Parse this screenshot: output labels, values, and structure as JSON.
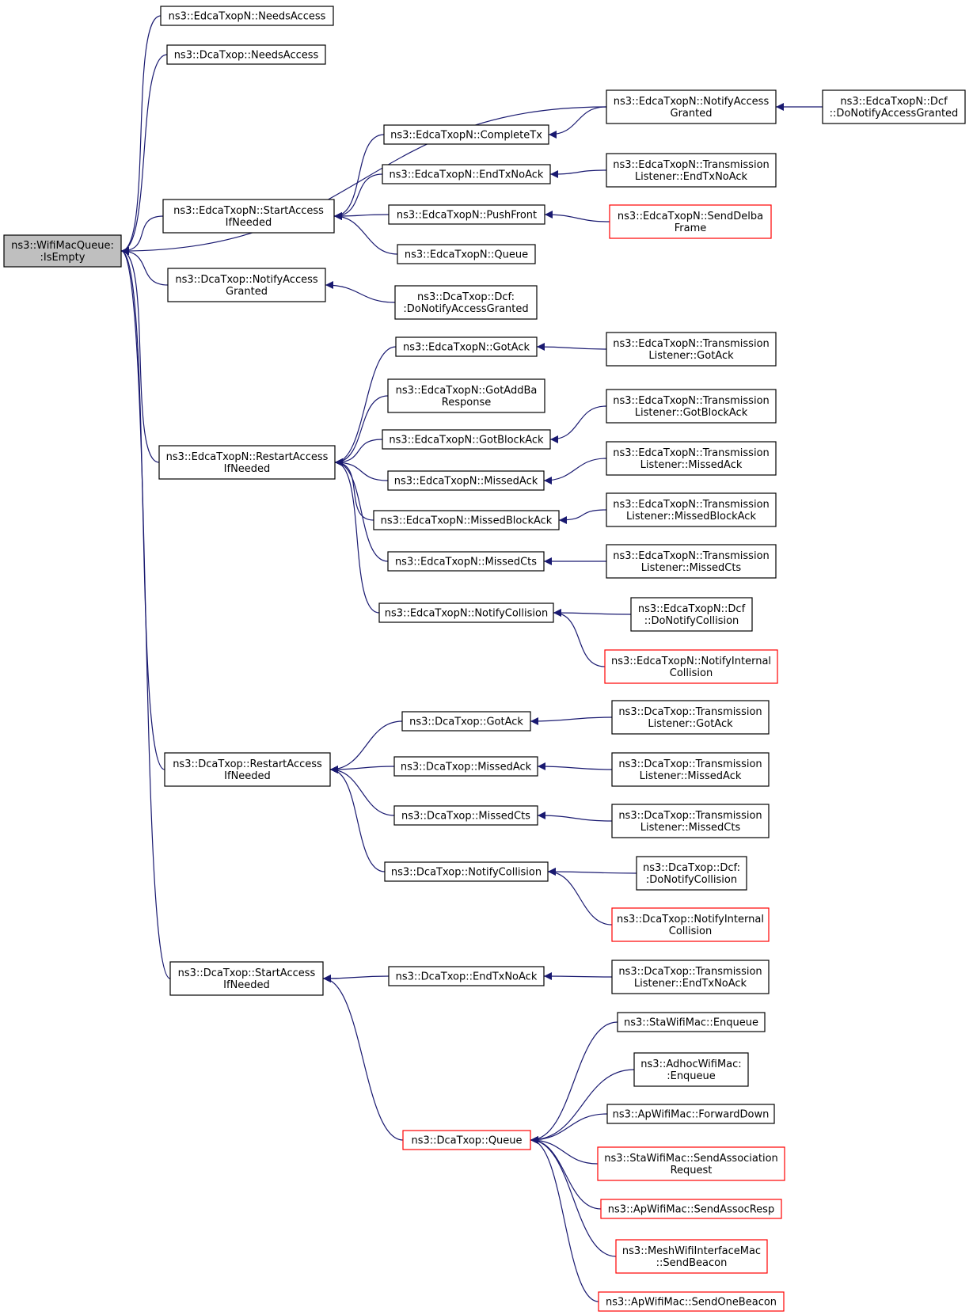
{
  "colors": {
    "edge": "#191970",
    "border": "#000000",
    "border_truncated": "#ff0000",
    "root_fill": "#bfbfbf",
    "node_fill": "#ffffff"
  },
  "nodes": {
    "root": {
      "lines": [
        "ns3::WifiMacQueue:",
        ":IsEmpty"
      ],
      "kind": "root"
    },
    "e_needs": {
      "lines": [
        "ns3::EdcaTxopN::NeedsAccess"
      ]
    },
    "d_needs": {
      "lines": [
        "ns3::DcaTxop::NeedsAccess"
      ]
    },
    "e_notifyacc": {
      "lines": [
        "ns3::EdcaTxopN::NotifyAccess",
        "Granted"
      ]
    },
    "e_dcf_donotify": {
      "lines": [
        "ns3::EdcaTxopN::Dcf",
        "::DoNotifyAccessGranted"
      ]
    },
    "e_completetx": {
      "lines": [
        "ns3::EdcaTxopN::CompleteTx"
      ]
    },
    "e_endtxnoack": {
      "lines": [
        "ns3::EdcaTxopN::EndTxNoAck"
      ]
    },
    "e_tl_endtxnoack": {
      "lines": [
        "ns3::EdcaTxopN::Transmission",
        "Listener::EndTxNoAck"
      ]
    },
    "e_startaccess": {
      "lines": [
        "ns3::EdcaTxopN::StartAccess",
        "IfNeeded"
      ]
    },
    "e_pushfront": {
      "lines": [
        "ns3::EdcaTxopN::PushFront"
      ]
    },
    "e_senddelba": {
      "lines": [
        "ns3::EdcaTxopN::SendDelba",
        "Frame"
      ],
      "kind": "truncated"
    },
    "e_queue": {
      "lines": [
        "ns3::EdcaTxopN::Queue"
      ]
    },
    "d_notifyacc": {
      "lines": [
        "ns3::DcaTxop::NotifyAccess",
        "Granted"
      ]
    },
    "d_dcf_donotify": {
      "lines": [
        "ns3::DcaTxop::Dcf:",
        ":DoNotifyAccessGranted"
      ]
    },
    "e_gotack": {
      "lines": [
        "ns3::EdcaTxopN::GotAck"
      ]
    },
    "e_tl_gotack": {
      "lines": [
        "ns3::EdcaTxopN::Transmission",
        "Listener::GotAck"
      ]
    },
    "e_gotaddba": {
      "lines": [
        "ns3::EdcaTxopN::GotAddBa",
        "Response"
      ]
    },
    "e_tl_gotblockack": {
      "lines": [
        "ns3::EdcaTxopN::Transmission",
        "Listener::GotBlockAck"
      ]
    },
    "e_gotblockack": {
      "lines": [
        "ns3::EdcaTxopN::GotBlockAck"
      ]
    },
    "e_restart": {
      "lines": [
        "ns3::EdcaTxopN::RestartAccess",
        "IfNeeded"
      ]
    },
    "e_missedack": {
      "lines": [
        "ns3::EdcaTxopN::MissedAck"
      ]
    },
    "e_tl_missedack": {
      "lines": [
        "ns3::EdcaTxopN::Transmission",
        "Listener::MissedAck"
      ]
    },
    "e_missedblockack": {
      "lines": [
        "ns3::EdcaTxopN::MissedBlockAck"
      ]
    },
    "e_tl_missedblockack": {
      "lines": [
        "ns3::EdcaTxopN::Transmission",
        "Listener::MissedBlockAck"
      ]
    },
    "e_missedcts": {
      "lines": [
        "ns3::EdcaTxopN::MissedCts"
      ]
    },
    "e_tl_missedcts": {
      "lines": [
        "ns3::EdcaTxopN::Transmission",
        "Listener::MissedCts"
      ]
    },
    "e_notifycoll": {
      "lines": [
        "ns3::EdcaTxopN::NotifyCollision"
      ]
    },
    "e_dcf_donotifycoll": {
      "lines": [
        "ns3::EdcaTxopN::Dcf",
        "::DoNotifyCollision"
      ]
    },
    "e_notifyinternal": {
      "lines": [
        "ns3::EdcaTxopN::NotifyInternal",
        "Collision"
      ],
      "kind": "truncated"
    },
    "d_gotack": {
      "lines": [
        "ns3::DcaTxop::GotAck"
      ]
    },
    "d_tl_gotack": {
      "lines": [
        "ns3::DcaTxop::Transmission",
        "Listener::GotAck"
      ]
    },
    "d_restart": {
      "lines": [
        "ns3::DcaTxop::RestartAccess",
        "IfNeeded"
      ]
    },
    "d_missedack": {
      "lines": [
        "ns3::DcaTxop::MissedAck"
      ]
    },
    "d_tl_missedack": {
      "lines": [
        "ns3::DcaTxop::Transmission",
        "Listener::MissedAck"
      ]
    },
    "d_missedcts": {
      "lines": [
        "ns3::DcaTxop::MissedCts"
      ]
    },
    "d_tl_missedcts": {
      "lines": [
        "ns3::DcaTxop::Transmission",
        "Listener::MissedCts"
      ]
    },
    "d_notifycoll": {
      "lines": [
        "ns3::DcaTxop::NotifyCollision"
      ]
    },
    "d_dcf_donotifycoll": {
      "lines": [
        "ns3::DcaTxop::Dcf:",
        ":DoNotifyCollision"
      ]
    },
    "d_notifyinternal": {
      "lines": [
        "ns3::DcaTxop::NotifyInternal",
        "Collision"
      ],
      "kind": "truncated"
    },
    "d_startaccess": {
      "lines": [
        "ns3::DcaTxop::StartAccess",
        "IfNeeded"
      ]
    },
    "d_endtxnoack": {
      "lines": [
        "ns3::DcaTxop::EndTxNoAck"
      ]
    },
    "d_tl_endtxnoack": {
      "lines": [
        "ns3::DcaTxop::Transmission",
        "Listener::EndTxNoAck"
      ]
    },
    "sta_enqueue": {
      "lines": [
        "ns3::StaWifiMac::Enqueue"
      ]
    },
    "adhoc_enqueue": {
      "lines": [
        "ns3::AdhocWifiMac:",
        ":Enqueue"
      ]
    },
    "d_queue": {
      "lines": [
        "ns3::DcaTxop::Queue"
      ],
      "kind": "truncated"
    },
    "ap_forwarddown": {
      "lines": [
        "ns3::ApWifiMac::ForwardDown"
      ]
    },
    "sta_sendassoc": {
      "lines": [
        "ns3::StaWifiMac::SendAssociation",
        "Request"
      ],
      "kind": "truncated"
    },
    "ap_sendassocresp": {
      "lines": [
        "ns3::ApWifiMac::SendAssocResp"
      ],
      "kind": "truncated"
    },
    "mesh_sendbeacon": {
      "lines": [
        "ns3::MeshWifiInterfaceMac",
        "::SendBeacon"
      ],
      "kind": "truncated"
    },
    "ap_sendonebeacon": {
      "lines": [
        "ns3::ApWifiMac::SendOneBeacon"
      ],
      "kind": "truncated"
    }
  },
  "edges": [
    [
      "root",
      "e_needs"
    ],
    [
      "root",
      "d_needs"
    ],
    [
      "root",
      "e_notifyacc"
    ],
    [
      "root",
      "e_startaccess"
    ],
    [
      "root",
      "d_notifyacc"
    ],
    [
      "root",
      "e_restart"
    ],
    [
      "root",
      "d_restart"
    ],
    [
      "root",
      "d_startaccess"
    ],
    [
      "e_notifyacc",
      "e_dcf_donotify"
    ],
    [
      "e_completetx",
      "e_notifyacc"
    ],
    [
      "e_startaccess",
      "e_completetx"
    ],
    [
      "e_startaccess",
      "e_endtxnoack"
    ],
    [
      "e_startaccess",
      "e_pushfront"
    ],
    [
      "e_startaccess",
      "e_queue"
    ],
    [
      "e_endtxnoack",
      "e_tl_endtxnoack"
    ],
    [
      "e_pushfront",
      "e_senddelba"
    ],
    [
      "d_notifyacc",
      "d_dcf_donotify"
    ],
    [
      "e_restart",
      "e_gotack"
    ],
    [
      "e_restart",
      "e_gotaddba"
    ],
    [
      "e_restart",
      "e_gotblockack"
    ],
    [
      "e_restart",
      "e_missedack"
    ],
    [
      "e_restart",
      "e_missedblockack"
    ],
    [
      "e_restart",
      "e_missedcts"
    ],
    [
      "e_restart",
      "e_notifycoll"
    ],
    [
      "e_gotack",
      "e_tl_gotack"
    ],
    [
      "e_gotblockack",
      "e_tl_gotblockack"
    ],
    [
      "e_missedack",
      "e_tl_missedack"
    ],
    [
      "e_missedblockack",
      "e_tl_missedblockack"
    ],
    [
      "e_missedcts",
      "e_tl_missedcts"
    ],
    [
      "e_notifycoll",
      "e_dcf_donotifycoll"
    ],
    [
      "e_notifycoll",
      "e_notifyinternal"
    ],
    [
      "d_restart",
      "d_gotack"
    ],
    [
      "d_restart",
      "d_missedack"
    ],
    [
      "d_restart",
      "d_missedcts"
    ],
    [
      "d_restart",
      "d_notifycoll"
    ],
    [
      "d_gotack",
      "d_tl_gotack"
    ],
    [
      "d_missedack",
      "d_tl_missedack"
    ],
    [
      "d_missedcts",
      "d_tl_missedcts"
    ],
    [
      "d_notifycoll",
      "d_dcf_donotifycoll"
    ],
    [
      "d_notifycoll",
      "d_notifyinternal"
    ],
    [
      "d_startaccess",
      "d_endtxnoack"
    ],
    [
      "d_startaccess",
      "d_queue"
    ],
    [
      "d_endtxnoack",
      "d_tl_endtxnoack"
    ],
    [
      "d_queue",
      "sta_enqueue"
    ],
    [
      "d_queue",
      "adhoc_enqueue"
    ],
    [
      "d_queue",
      "ap_forwarddown"
    ],
    [
      "d_queue",
      "sta_sendassoc"
    ],
    [
      "d_queue",
      "ap_sendassocresp"
    ],
    [
      "d_queue",
      "mesh_sendbeacon"
    ],
    [
      "d_queue",
      "ap_sendonebeacon"
    ]
  ]
}
